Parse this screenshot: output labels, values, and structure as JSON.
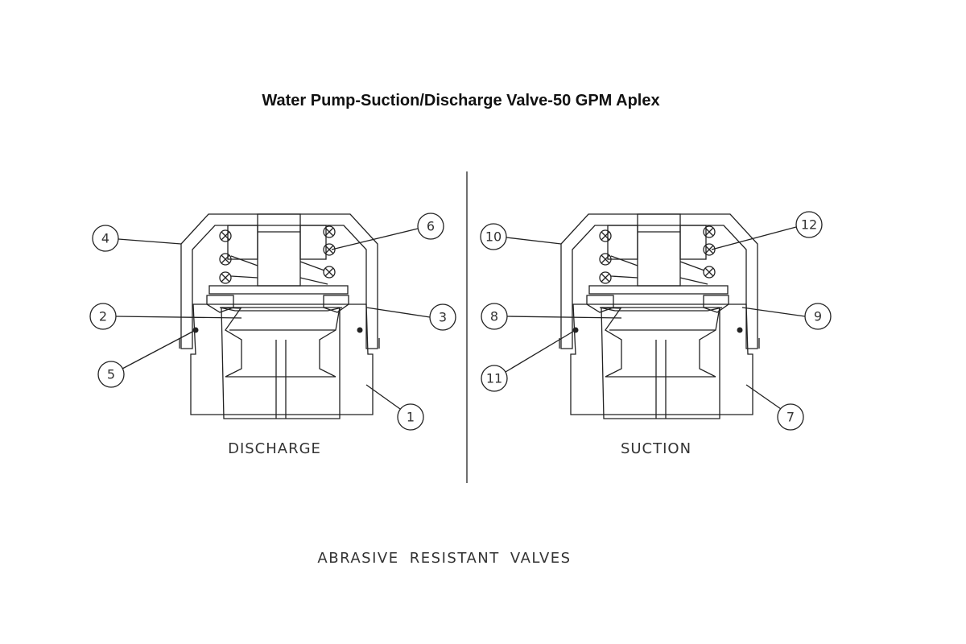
{
  "title": "Water Pump-Suction/Discharge Valve-50 GPM Aplex",
  "discharge": {
    "label": "DISCHARGE",
    "callouts": [
      "1",
      "2",
      "3",
      "4",
      "5",
      "6"
    ]
  },
  "suction": {
    "label": "SUCTION",
    "callouts": [
      "7",
      "8",
      "9",
      "10",
      "11",
      "12"
    ]
  },
  "caption": "ABRASIVE RESISTANT VALVES"
}
